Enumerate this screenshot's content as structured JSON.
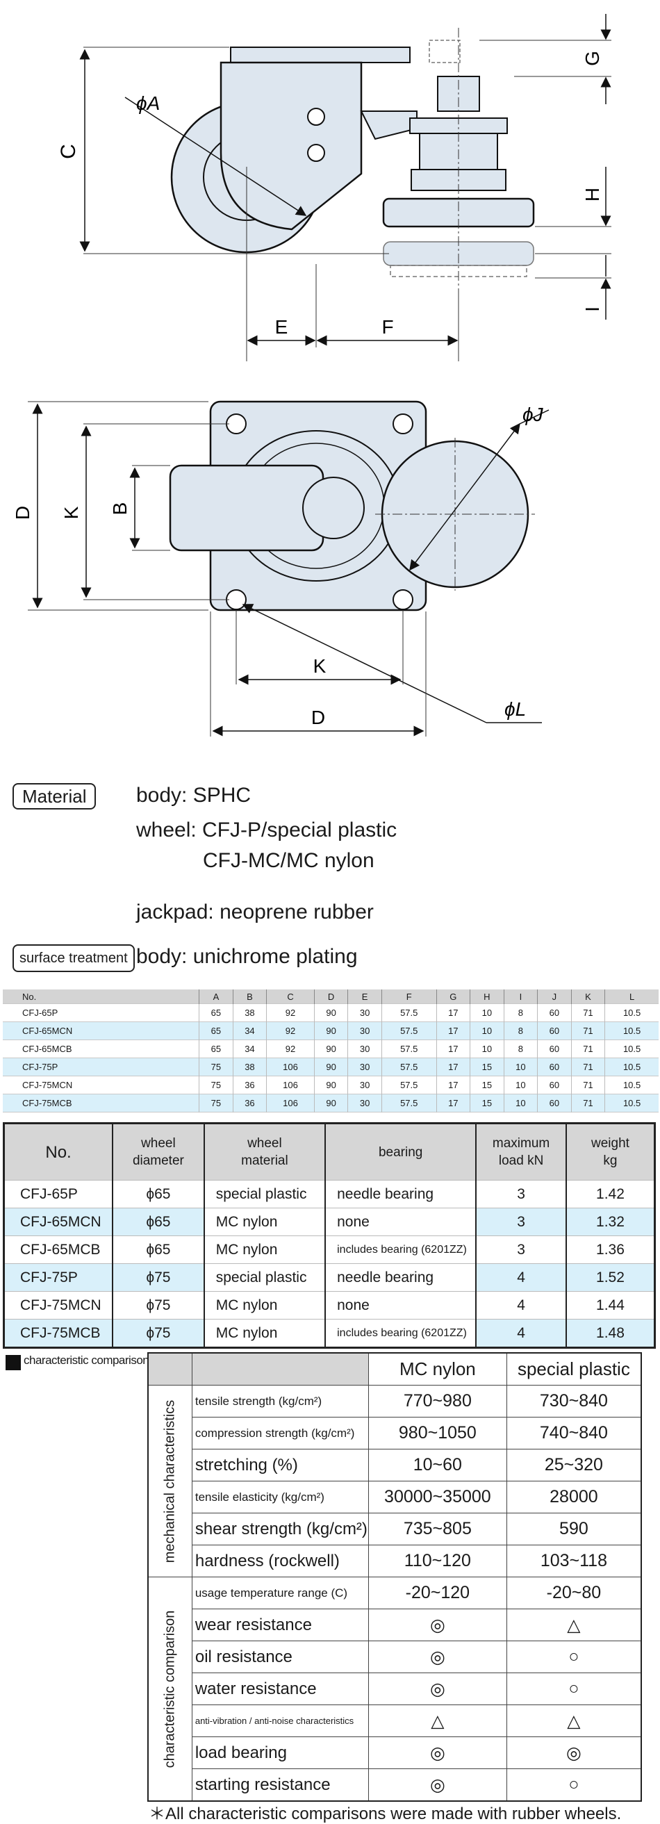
{
  "diagram": {
    "labels": {
      "A": "ϕA",
      "C": "C",
      "E": "E",
      "F": "F",
      "G": "G",
      "H": "H",
      "I": "I",
      "D_left": "D",
      "K_left": "K",
      "B": "B",
      "J": "ϕJ",
      "K_bottom": "K",
      "D_bottom": "D",
      "L": "ϕL"
    }
  },
  "specs": {
    "material_label": "Material",
    "body": "body: SPHC",
    "wheel_1": "wheel: CFJ-P/special plastic",
    "wheel_2": "CFJ-MC/MC nylon",
    "jackpad": "jackpad: neoprene rubber",
    "surface_label": "surface treatment",
    "surface": "body: unichrome plating"
  },
  "dimension_table": {
    "headers": [
      "No.",
      "A",
      "B",
      "C",
      "D",
      "E",
      "F",
      "G",
      "H",
      "I",
      "J",
      "K",
      "L"
    ],
    "rows": [
      [
        "CFJ-65P",
        "65",
        "38",
        "92",
        "90",
        "30",
        "57.5",
        "17",
        "10",
        "8",
        "60",
        "71",
        "10.5"
      ],
      [
        "CFJ-65MCN",
        "65",
        "34",
        "92",
        "90",
        "30",
        "57.5",
        "17",
        "10",
        "8",
        "60",
        "71",
        "10.5"
      ],
      [
        "CFJ-65MCB",
        "65",
        "34",
        "92",
        "90",
        "30",
        "57.5",
        "17",
        "10",
        "8",
        "60",
        "71",
        "10.5"
      ],
      [
        "CFJ-75P",
        "75",
        "38",
        "106",
        "90",
        "30",
        "57.5",
        "17",
        "15",
        "10",
        "60",
        "71",
        "10.5"
      ],
      [
        "CFJ-75MCN",
        "75",
        "36",
        "106",
        "90",
        "30",
        "57.5",
        "17",
        "15",
        "10",
        "60",
        "71",
        "10.5"
      ],
      [
        "CFJ-75MCB",
        "75",
        "36",
        "106",
        "90",
        "30",
        "57.5",
        "17",
        "15",
        "10",
        "60",
        "71",
        "10.5"
      ]
    ]
  },
  "product_table": {
    "headers": {
      "no": "No.",
      "diameter": [
        "wheel",
        "diameter"
      ],
      "material": [
        "wheel",
        "material"
      ],
      "bearing": "bearing",
      "load": [
        "maximum",
        "load kN"
      ],
      "weight": [
        "weight",
        "kg"
      ]
    },
    "rows": [
      {
        "no": "CFJ-65P",
        "diameter": "ϕ65",
        "material": "special plastic",
        "bearing": "needle bearing",
        "load": "3",
        "weight": "1.42"
      },
      {
        "no": "CFJ-65MCN",
        "diameter": "ϕ65",
        "material": "MC nylon",
        "bearing": "none",
        "load": "3",
        "weight": "1.32"
      },
      {
        "no": "CFJ-65MCB",
        "diameter": "ϕ65",
        "material": "MC nylon",
        "bearing": "includes bearing (6201ZZ)",
        "load": "3",
        "weight": "1.36"
      },
      {
        "no": "CFJ-75P",
        "diameter": "ϕ75",
        "material": "special plastic",
        "bearing": "needle bearing",
        "load": "4",
        "weight": "1.52"
      },
      {
        "no": "CFJ-75MCN",
        "diameter": "ϕ75",
        "material": "MC nylon",
        "bearing": "none",
        "load": "4",
        "weight": "1.44"
      },
      {
        "no": "CFJ-75MCB",
        "diameter": "ϕ75",
        "material": "MC nylon",
        "bearing": "includes bearing (6201ZZ)",
        "load": "4",
        "weight": "1.48"
      }
    ]
  },
  "comparison": {
    "title": "characteristic comparison",
    "col1": "MC nylon",
    "col2": "special plastic",
    "group1": "mechanical characteristics",
    "group2": "characteristic comparison",
    "mechanical": [
      {
        "name": "tensile strength (kg/cm²)",
        "mc": "770~980",
        "sp": "730~840"
      },
      {
        "name": "compression strength (kg/cm²)",
        "mc": "980~1050",
        "sp": "740~840"
      },
      {
        "name": "stretching (%)",
        "mc": "10~60",
        "sp": "25~320"
      },
      {
        "name": "tensile elasticity (kg/cm²)",
        "mc": "30000~35000",
        "sp": "28000"
      },
      {
        "name": "shear strength (kg/cm²)",
        "mc": "735~805",
        "sp": "590"
      },
      {
        "name": "hardness (rockwell)",
        "mc": "110~120",
        "sp": "103~118"
      }
    ],
    "characteristics": [
      {
        "name": "usage temperature range (C)",
        "mc": "-20~120",
        "sp": "-20~80"
      },
      {
        "name": "wear resistance",
        "mc": "◎",
        "sp": "△"
      },
      {
        "name": "oil resistance",
        "mc": "◎",
        "sp": "○"
      },
      {
        "name": "water resistance",
        "mc": "◎",
        "sp": "○"
      },
      {
        "name": "anti-vibration / anti-noise characteristics",
        "mc": "△",
        "sp": "△"
      },
      {
        "name": "load bearing",
        "mc": "◎",
        "sp": "◎"
      },
      {
        "name": "starting resistance",
        "mc": "◎",
        "sp": "○"
      }
    ],
    "footnote": "＊All characteristic comparisons were made with rubber wheels."
  }
}
